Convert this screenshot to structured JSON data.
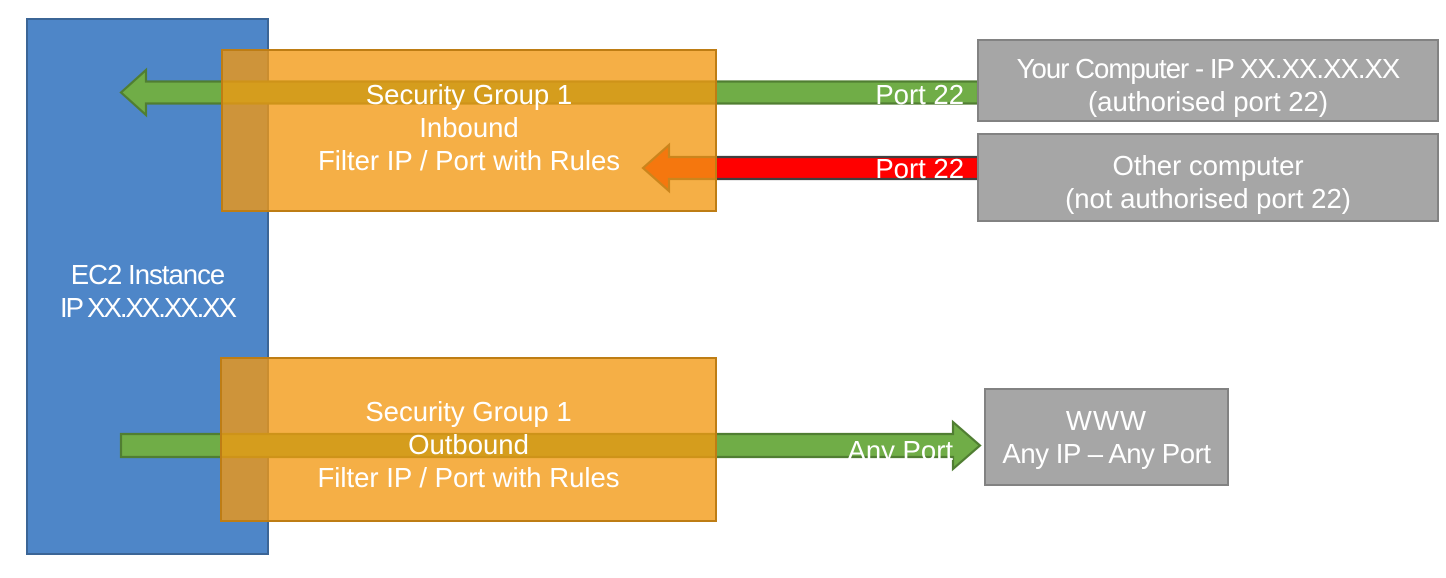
{
  "colors": {
    "background": "#FFFFFF",
    "text": "#FFFFFF",
    "ec2_fill": "#4E86C8",
    "ec2_border": "#3B6596",
    "security_group_fill": "#F29812",
    "security_group_border": "#BE7D14",
    "security_group_opacity": "0.78",
    "endpoint_fill": "#A6A6A6",
    "endpoint_border": "#828282",
    "allowed_fill": "#70AD47",
    "allowed_border": "#507E32",
    "denied_fill": "#FF0000",
    "denied_border": "#404040"
  },
  "ec2_instance": {
    "lines": [
      "EC2 Instance",
      "IP XX.XX.XX.XX"
    ]
  },
  "security_groups": {
    "inbound": {
      "lines": [
        "Security Group 1",
        "Inbound",
        "Filter IP / Port with Rules"
      ]
    },
    "outbound": {
      "lines": [
        "Security Group 1",
        "Outbound",
        "Filter IP / Port with Rules"
      ]
    }
  },
  "endpoints": {
    "your_computer": {
      "lines": [
        "Your Computer - IP XX.XX.XX.XX",
        "(authorised port 22)"
      ]
    },
    "other_computer": {
      "lines": [
        "Other computer",
        "(not authorised port 22)"
      ]
    },
    "www": {
      "lines": [
        "WWW",
        "Any IP – Any Port"
      ]
    }
  },
  "arrow_labels": {
    "inbound_allowed": "Port 22",
    "inbound_denied": "Port 22",
    "outbound_allowed": "Any Port"
  }
}
